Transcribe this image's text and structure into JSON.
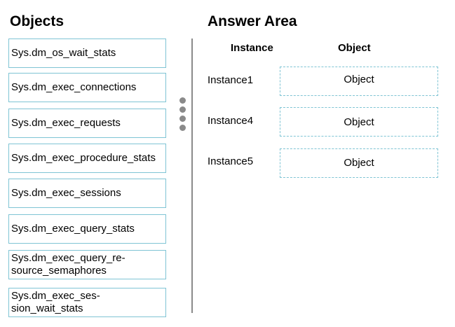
{
  "objects_panel": {
    "title": "Objects",
    "items": [
      {
        "label": "Sys.dm_os_wait_stats"
      },
      {
        "label": "Sys.dm_exec_connections"
      },
      {
        "label": "Sys.dm_exec_requests"
      },
      {
        "label": "Sys.dm_exec_procedure_stats"
      },
      {
        "label": "Sys.dm_exec_sessions"
      },
      {
        "label": "Sys.dm_exec_query_stats"
      },
      {
        "line1": "Sys.dm_exec_query_re-",
        "line2": "source_semaphores"
      },
      {
        "line1": "Sys.dm_exec_ses-",
        "line2": "sion_wait_stats"
      }
    ]
  },
  "answer_area": {
    "title": "Answer Area",
    "headers": {
      "instance": "Instance",
      "object": "Object"
    },
    "rows": [
      {
        "instance": "Instance1",
        "object": "Object"
      },
      {
        "instance": "Instance4",
        "object": "Object"
      },
      {
        "instance": "Instance5",
        "object": "Object"
      }
    ]
  },
  "colors": {
    "box_border": "#7fc4d4",
    "divider": "#8a8a8a"
  }
}
